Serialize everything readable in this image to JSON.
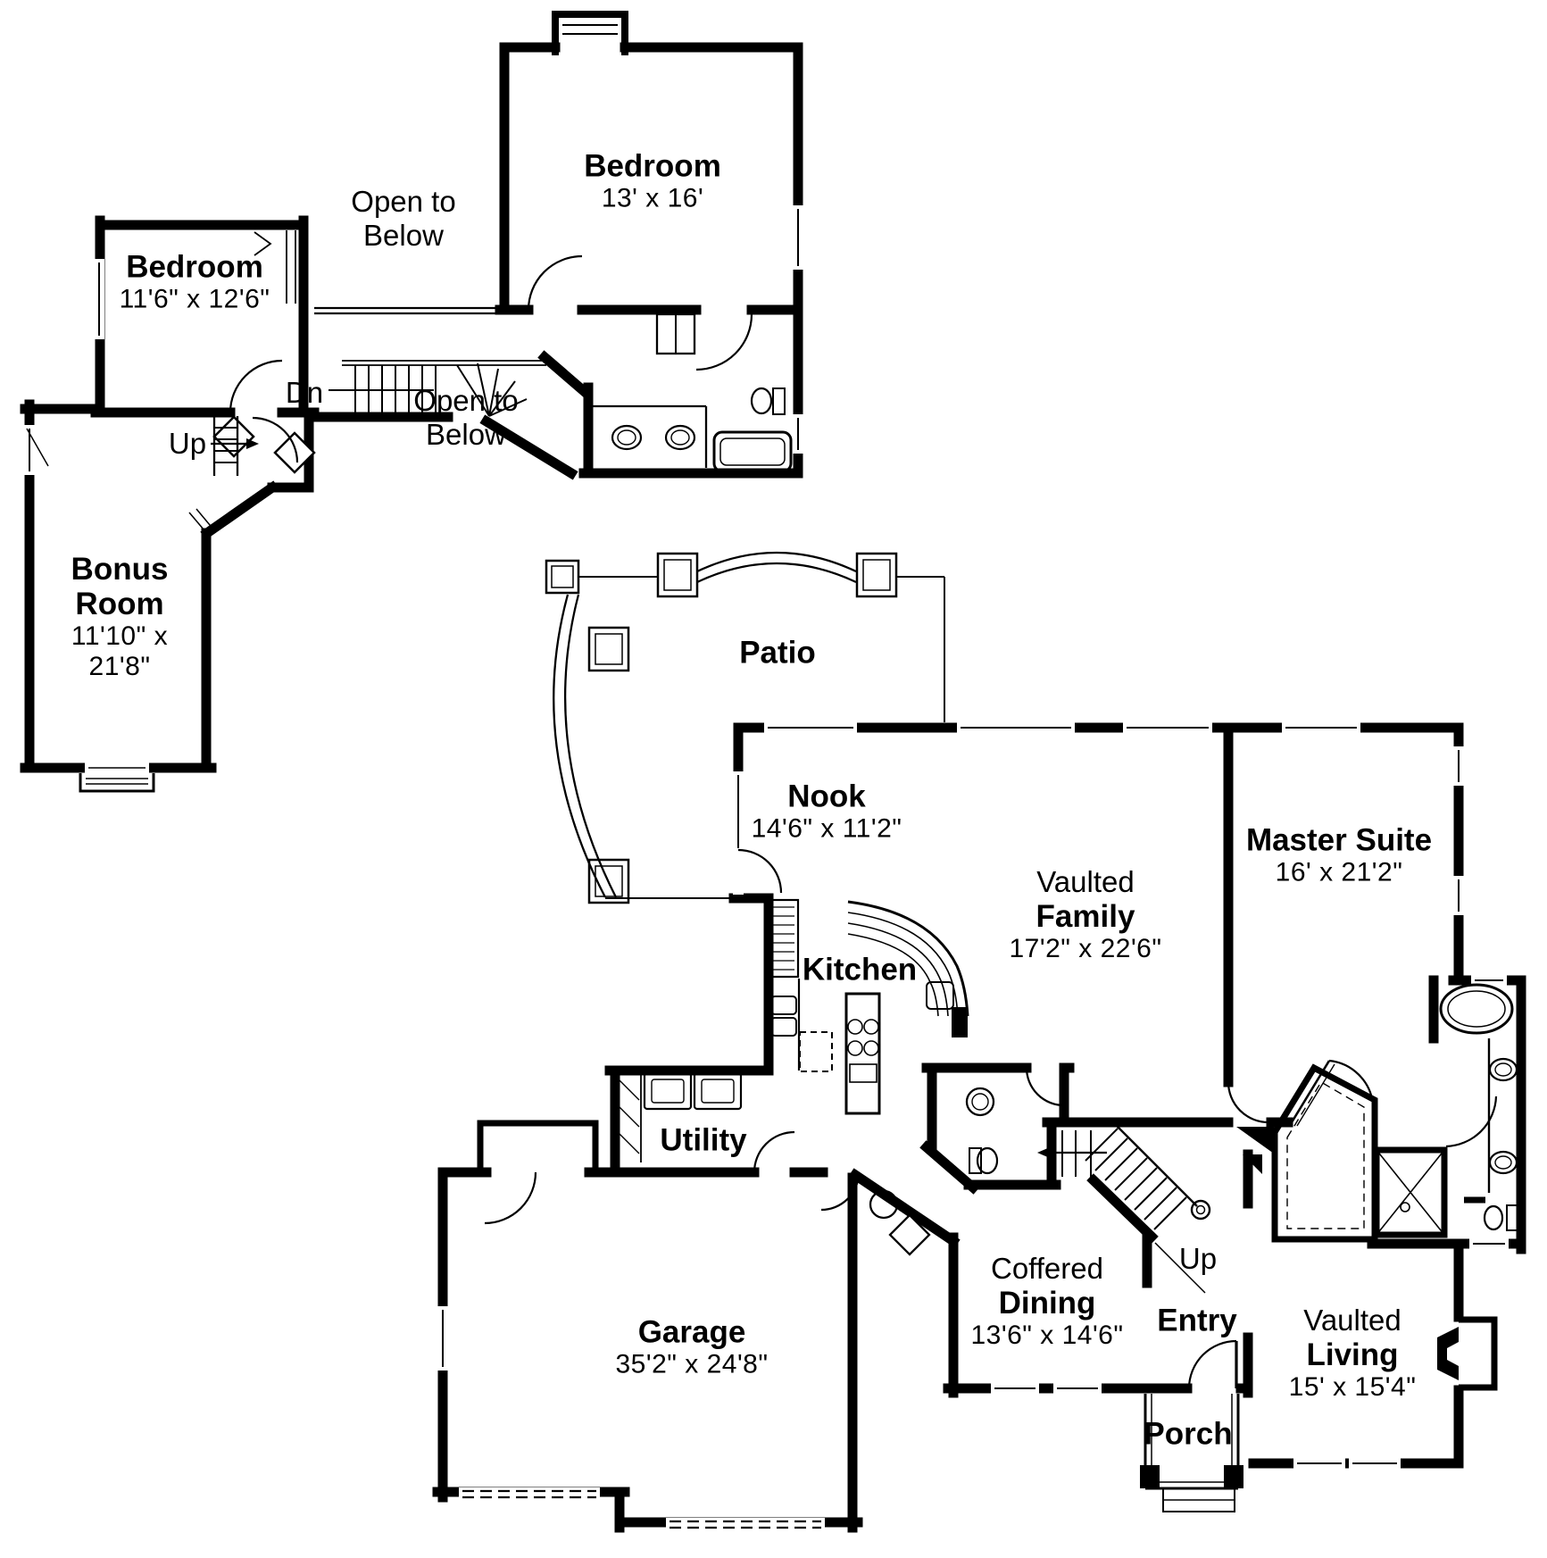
{
  "document": {
    "kind": "house floor plan",
    "ink": "#000000",
    "paper": "#ffffff"
  },
  "upper_floor": {
    "rooms": [
      {
        "id": "bedroom-left",
        "name": "Bedroom",
        "dims": "11'6\" x 12'6\""
      },
      {
        "id": "bedroom-top",
        "name": "Bedroom",
        "dims": "13' x 16'"
      },
      {
        "id": "bonus-room",
        "name": "Bonus Room",
        "dims": "11'10\" x 21'8\""
      }
    ],
    "annotations": [
      {
        "id": "open-to-below-upper",
        "text": "Open to Below"
      },
      {
        "id": "open-to-below-stair",
        "text": "Open to Below"
      },
      {
        "id": "stair-down",
        "text": "Dn"
      },
      {
        "id": "stair-up",
        "text": "Up"
      }
    ]
  },
  "main_floor": {
    "rooms": [
      {
        "id": "patio",
        "name": "Patio",
        "dims": ""
      },
      {
        "id": "nook",
        "name": "Nook",
        "dims": "14'6\" x 11'2\""
      },
      {
        "id": "kitchen",
        "name": "Kitchen",
        "dims": ""
      },
      {
        "id": "family",
        "prefix": "Vaulted",
        "name": "Family",
        "dims": "17'2\" x 22'6\""
      },
      {
        "id": "master-suite",
        "name": "Master Suite",
        "dims": "16' x 21'2\""
      },
      {
        "id": "utility",
        "name": "Utility",
        "dims": ""
      },
      {
        "id": "garage",
        "name": "Garage",
        "dims": "35'2\" x 24'8\""
      },
      {
        "id": "dining",
        "prefix": "Coffered",
        "name": "Dining",
        "dims": "13'6\" x 14'6\""
      },
      {
        "id": "entry",
        "name": "Entry",
        "dims": ""
      },
      {
        "id": "living",
        "prefix": "Vaulted",
        "name": "Living",
        "dims": "15' x 15'4\""
      },
      {
        "id": "porch",
        "name": "Porch",
        "dims": ""
      }
    ],
    "annotations": [
      {
        "id": "stair-up-main",
        "text": "Up"
      }
    ]
  }
}
